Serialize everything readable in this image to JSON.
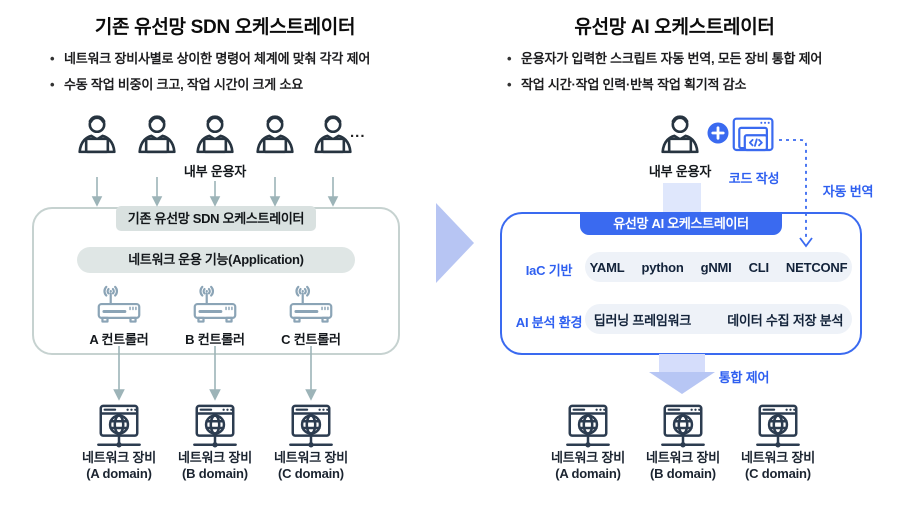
{
  "left": {
    "title": "기존 유선망 SDN 오케스트레이터",
    "bullets": [
      "네트워크 장비사별로 상이한 명령어 체계에 맞춰 각각 제어",
      "수동 작업 비중이 크고, 작업 시간이 크게 소요"
    ],
    "operators_label": "내부 운용자",
    "ellipsis": "...",
    "box_title": "기존 유선망 SDN 오케스트레이터",
    "app_bar": "네트워크 운용 기능(Application)",
    "controllers": [
      {
        "label": "A 컨트롤러"
      },
      {
        "label": "B 컨트롤러"
      },
      {
        "label": "C 컨트롤러"
      }
    ],
    "devices": [
      {
        "name": "네트워크 장비",
        "domain": "(A domain)"
      },
      {
        "name": "네트워크 장비",
        "domain": "(B domain)"
      },
      {
        "name": "네트워크 장비",
        "domain": "(C domain)"
      }
    ]
  },
  "right": {
    "title": "유선망 AI 오케스트레이터",
    "bullets": [
      "운용자가 입력한 스크립트 자동 번역, 모든 장비 통합 제어",
      "작업 시간·작업 인력·반복 작업 획기적 감소"
    ],
    "operator_label": "내부 운용자",
    "code_label": "코드 작성",
    "auto_translate_label": "자동 번역",
    "box_title": "유선망 AI 오케스트레이터",
    "rows": [
      {
        "label": "IaC 기반",
        "items": [
          "YAML",
          "python",
          "gNMI",
          "CLI",
          "NETCONF"
        ]
      },
      {
        "label": "AI 분석 환경",
        "items": [
          "딥러닝 프레임워크",
          "데이터 수집 저장 분석"
        ]
      }
    ],
    "unified_control_label": "통합 제어",
    "devices": [
      {
        "name": "네트워크 장비",
        "domain": "(A domain)"
      },
      {
        "name": "네트워크 장비",
        "domain": "(B domain)"
      },
      {
        "name": "네트워크 장비",
        "domain": "(C domain)"
      }
    ]
  },
  "colors": {
    "accent_blue": "#3A6AF0",
    "blue_text": "#2E5FF0",
    "light_blue_arrow": "#B7C6F4",
    "pale_blue_connector": "#DFE7FC",
    "pill_gray_blue": "#EEF2F8",
    "sage_border": "#C6D2D0",
    "sage_fill": "#D9E1E0",
    "icon_dark": "#273440",
    "icon_slate": "#8BA4B6",
    "arrow_gray": "#9DB4B8"
  }
}
